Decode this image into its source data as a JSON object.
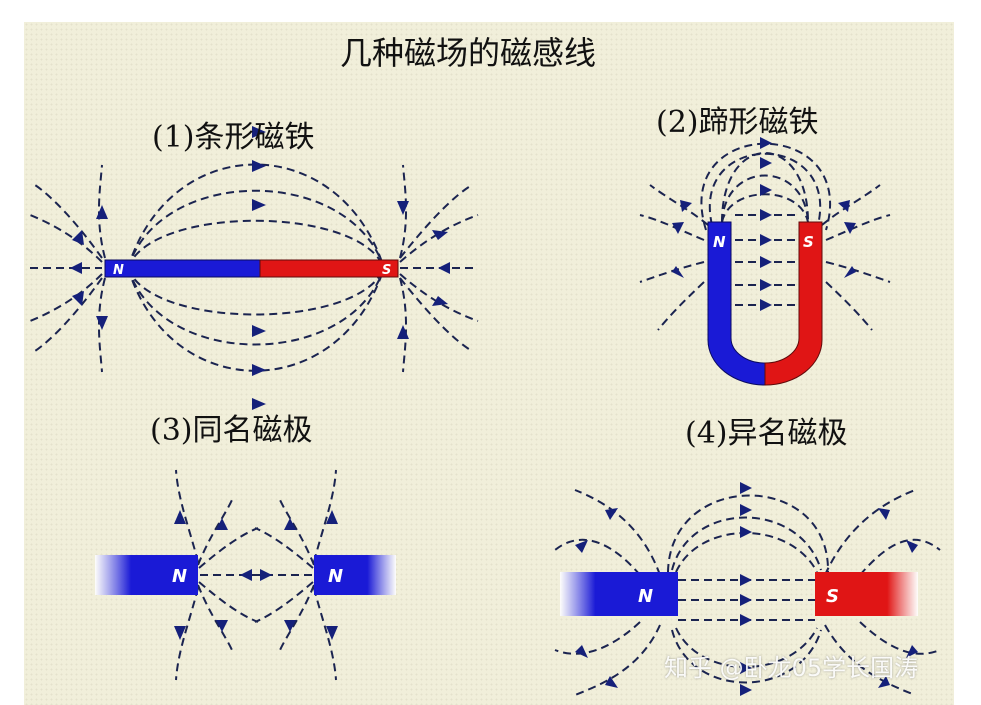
{
  "title": "几种磁场的磁感线",
  "panels": [
    {
      "caption": "(1)条形磁铁",
      "poles": [
        "N",
        "S"
      ]
    },
    {
      "caption": "(2)蹄形磁铁",
      "poles": [
        "N",
        "S"
      ]
    },
    {
      "caption": "(3)同名磁极",
      "poles": [
        "N",
        "N"
      ]
    },
    {
      "caption": "(4)异名磁极",
      "poles": [
        "N",
        "S"
      ]
    }
  ],
  "watermark": "知乎 @卧龙05学长国涛",
  "colors": {
    "north": "#1a1ad6",
    "south": "#e01515",
    "field_line": "#1b2450",
    "arrow": "#15207a",
    "background": "#f1efda"
  }
}
